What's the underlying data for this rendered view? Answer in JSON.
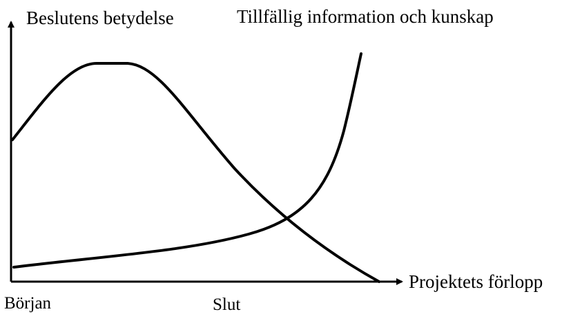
{
  "diagram": {
    "y_axis_label": "Beslutens betydelse",
    "x_axis_label": "Projektets förlopp",
    "curve_label": "Tillfällig information och kunskap",
    "x_start_label": "Början",
    "x_end_label": "Slut",
    "line_color": "#000000",
    "background": "#ffffff",
    "curves": [
      {
        "shape": "rises-to-peak-then-falls"
      },
      {
        "shape": "slow-then-steep-rise"
      }
    ]
  }
}
